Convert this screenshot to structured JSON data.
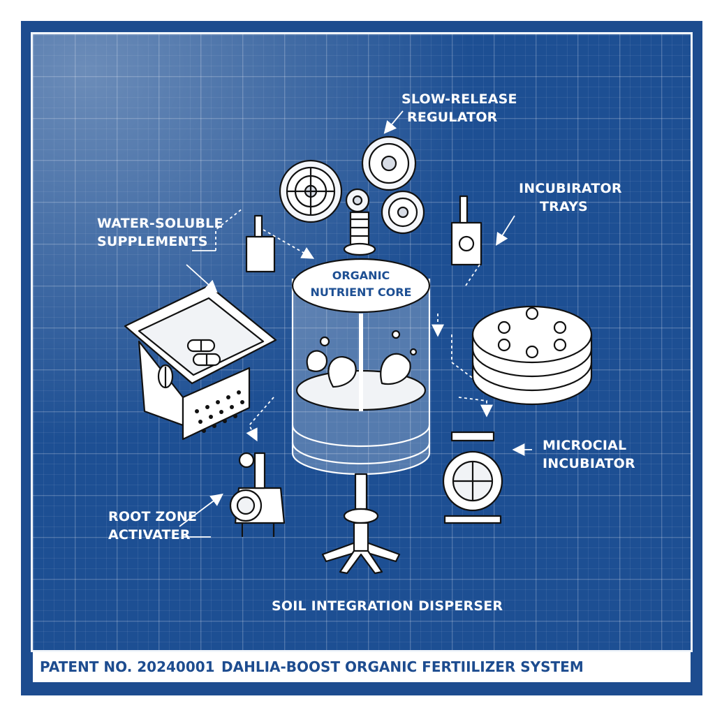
{
  "labels": {
    "slow_release": [
      "SLOW-RELEASE",
      "REGULATOR"
    ],
    "incubator_trays": [
      "INCUBIRATOR",
      "TRAYS"
    ],
    "water_soluble": [
      "WATER-SOLUBLE",
      "SUPPLEMENTS"
    ],
    "core": [
      "ORGANIC",
      "NUTRIENT CORE"
    ],
    "microbial": [
      "MICROCIAL",
      "INCUBIATOR"
    ],
    "root_zone": [
      "ROOT ZONE",
      "ACTIVATER"
    ],
    "soil": "SOIL INTEGRATION DISPERSER"
  },
  "titlebar": {
    "patent": "PATENT NO. 20240001",
    "title": "DAHLIA-BOOST ORGANIC FERTIILIZER SYSTEM"
  },
  "icons": [
    "gear-icon",
    "capsule-icon",
    "leaf-icon",
    "tray-icon",
    "valve-icon",
    "disperser-icon"
  ],
  "colors": {
    "blueprint": "#1d4f93",
    "frame": "#1d4c8f",
    "line": "#ffffff"
  }
}
